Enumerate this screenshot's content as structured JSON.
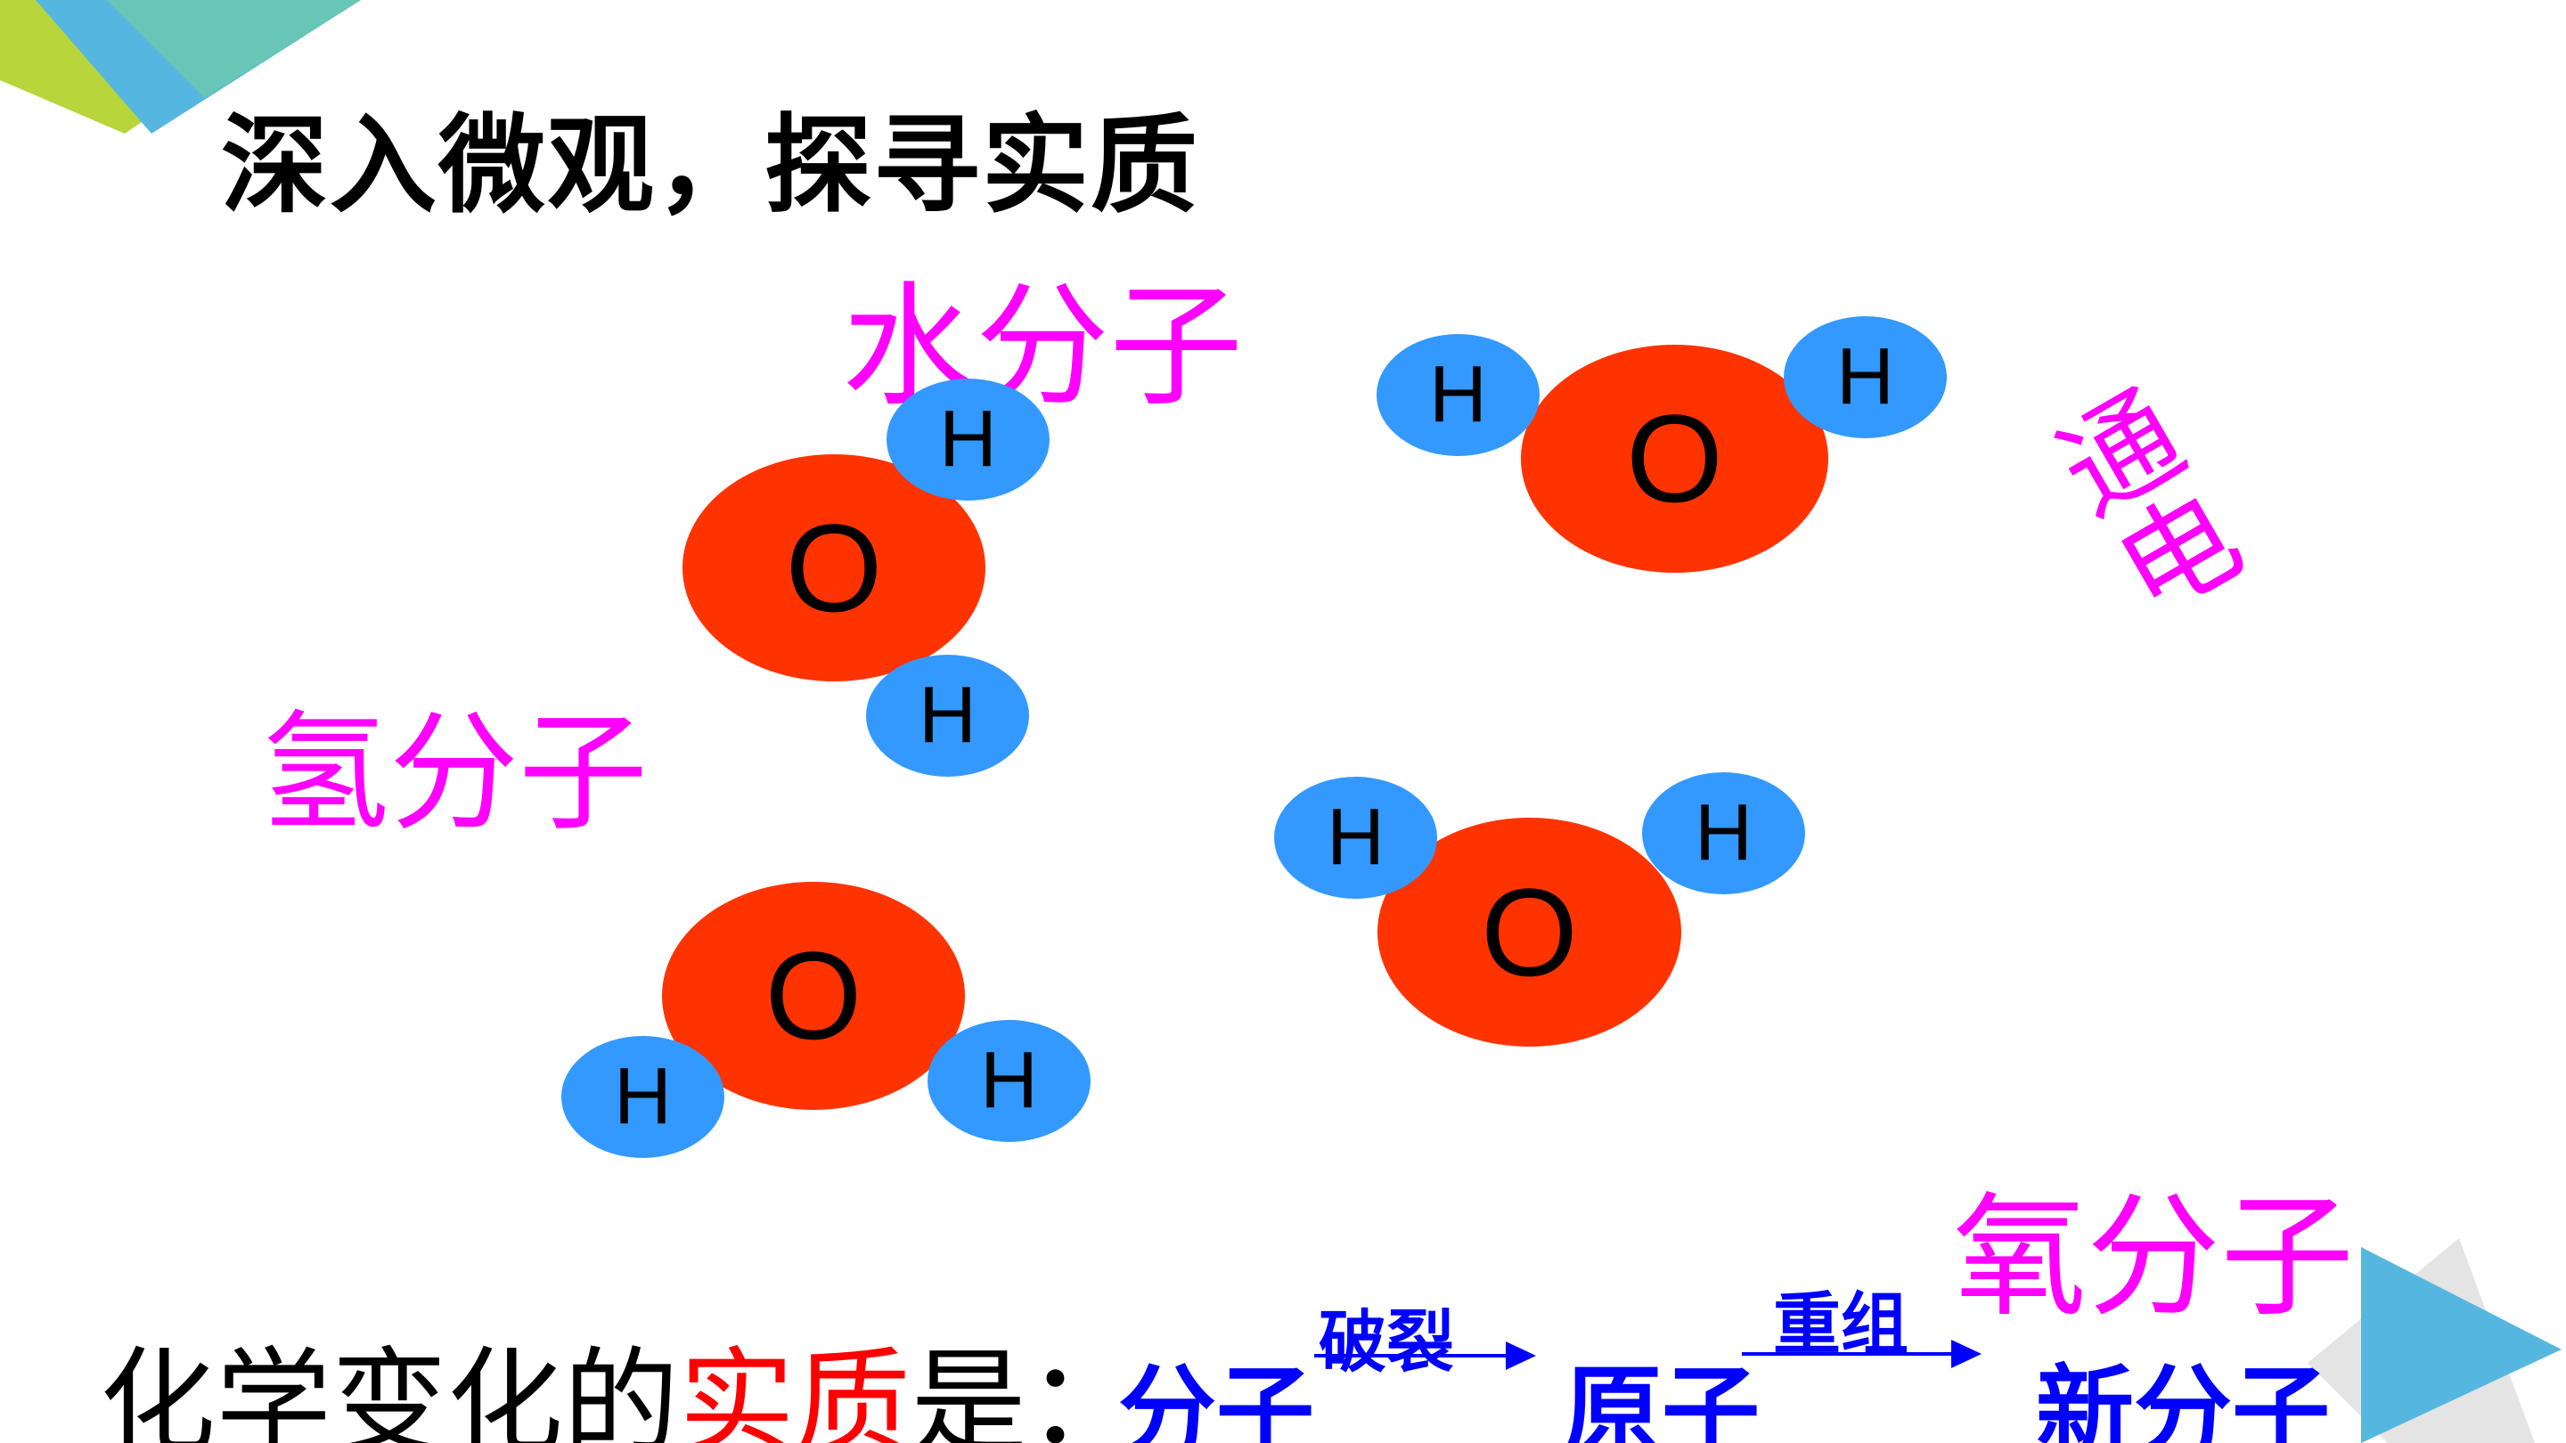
{
  "title": "深入微观，探寻实质",
  "labels": {
    "water_molecule": "水分子",
    "hydrogen_molecule": "氢分子",
    "oxygen_molecule": "氧分子",
    "electrolysis": "通电"
  },
  "atoms": {
    "oxygen": "O",
    "hydrogen": "H"
  },
  "conclusion": {
    "prefix": "化学变化的",
    "highlight": "实质",
    "suffix": "是：",
    "molecule": "分子",
    "break_label": "破裂",
    "atom": "原子",
    "recombine_label": "重组",
    "new_molecule": "新分子"
  },
  "colors": {
    "oxygen_atom": "#ff3300",
    "hydrogen_atom": "#3399ff",
    "label_pink": "#ff00ff",
    "highlight_red": "#ff0000",
    "process_blue": "#0000ff",
    "decor_lime": "#b9d53c",
    "decor_teal": "#67c6b5",
    "decor_cyan": "#55b7df",
    "decor_gray": "#e4e4e4"
  }
}
